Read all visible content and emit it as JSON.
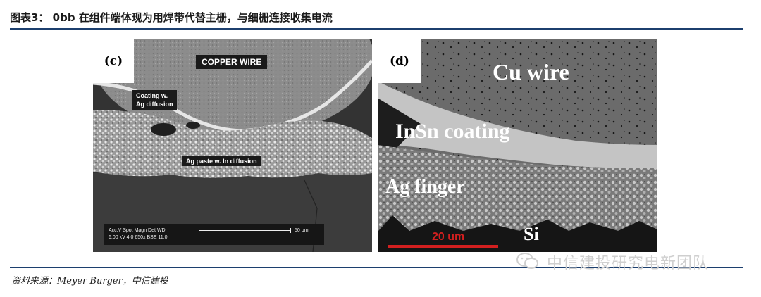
{
  "figure": {
    "title": "图表3： 0bb 在组件端体现为用焊带代替主栅，与细栅连接收集电流",
    "source": "资料来源：Meyer Burger，中信建投",
    "watermark": "中信建投研究电新团队"
  },
  "panel_c": {
    "letter": "(c)",
    "label_copper": "COPPER WIRE",
    "label_coating_1": "Coating w.",
    "label_coating_2": "Ag diffusion",
    "label_paste": "Ag paste w. In diffusion",
    "databar_row1": "Acc.V  Spot Magn   Det  WD",
    "databar_row2": "6.00 kV 4.0   650x    BSE  11.0",
    "scale_label": "50 μm"
  },
  "panel_d": {
    "letter": "(d)",
    "label_cu": "Cu wire",
    "label_insn": "InSn coating",
    "label_ag": "Ag finger",
    "label_si": "Si",
    "scale_label": "20 um"
  },
  "colors": {
    "rule": "#1c3f6e",
    "scale_bar": "#d21f1f"
  }
}
